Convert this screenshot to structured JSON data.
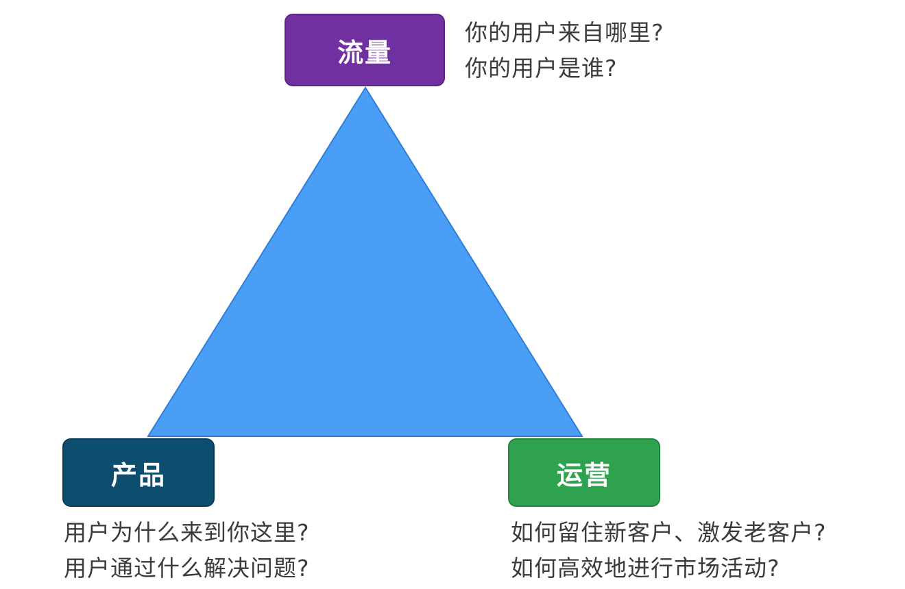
{
  "nodes": {
    "top": {
      "label": "流量",
      "color": "#7030a0"
    },
    "left": {
      "label": "产品",
      "color": "#0d4d6e"
    },
    "right": {
      "label": "运营",
      "color": "#2ea24f"
    }
  },
  "questions": {
    "top": [
      "你的用户来自哪里?",
      "你的用户是谁?"
    ],
    "left": [
      "用户为什么来到你这里?",
      "用户通过什么解决问题?"
    ],
    "right": [
      "如何留住新客户、激发老客户?",
      "如何高效地进行市场活动?"
    ]
  },
  "triangle": {
    "fill": "#4a9ef5",
    "stroke": "#2f7fd6"
  }
}
